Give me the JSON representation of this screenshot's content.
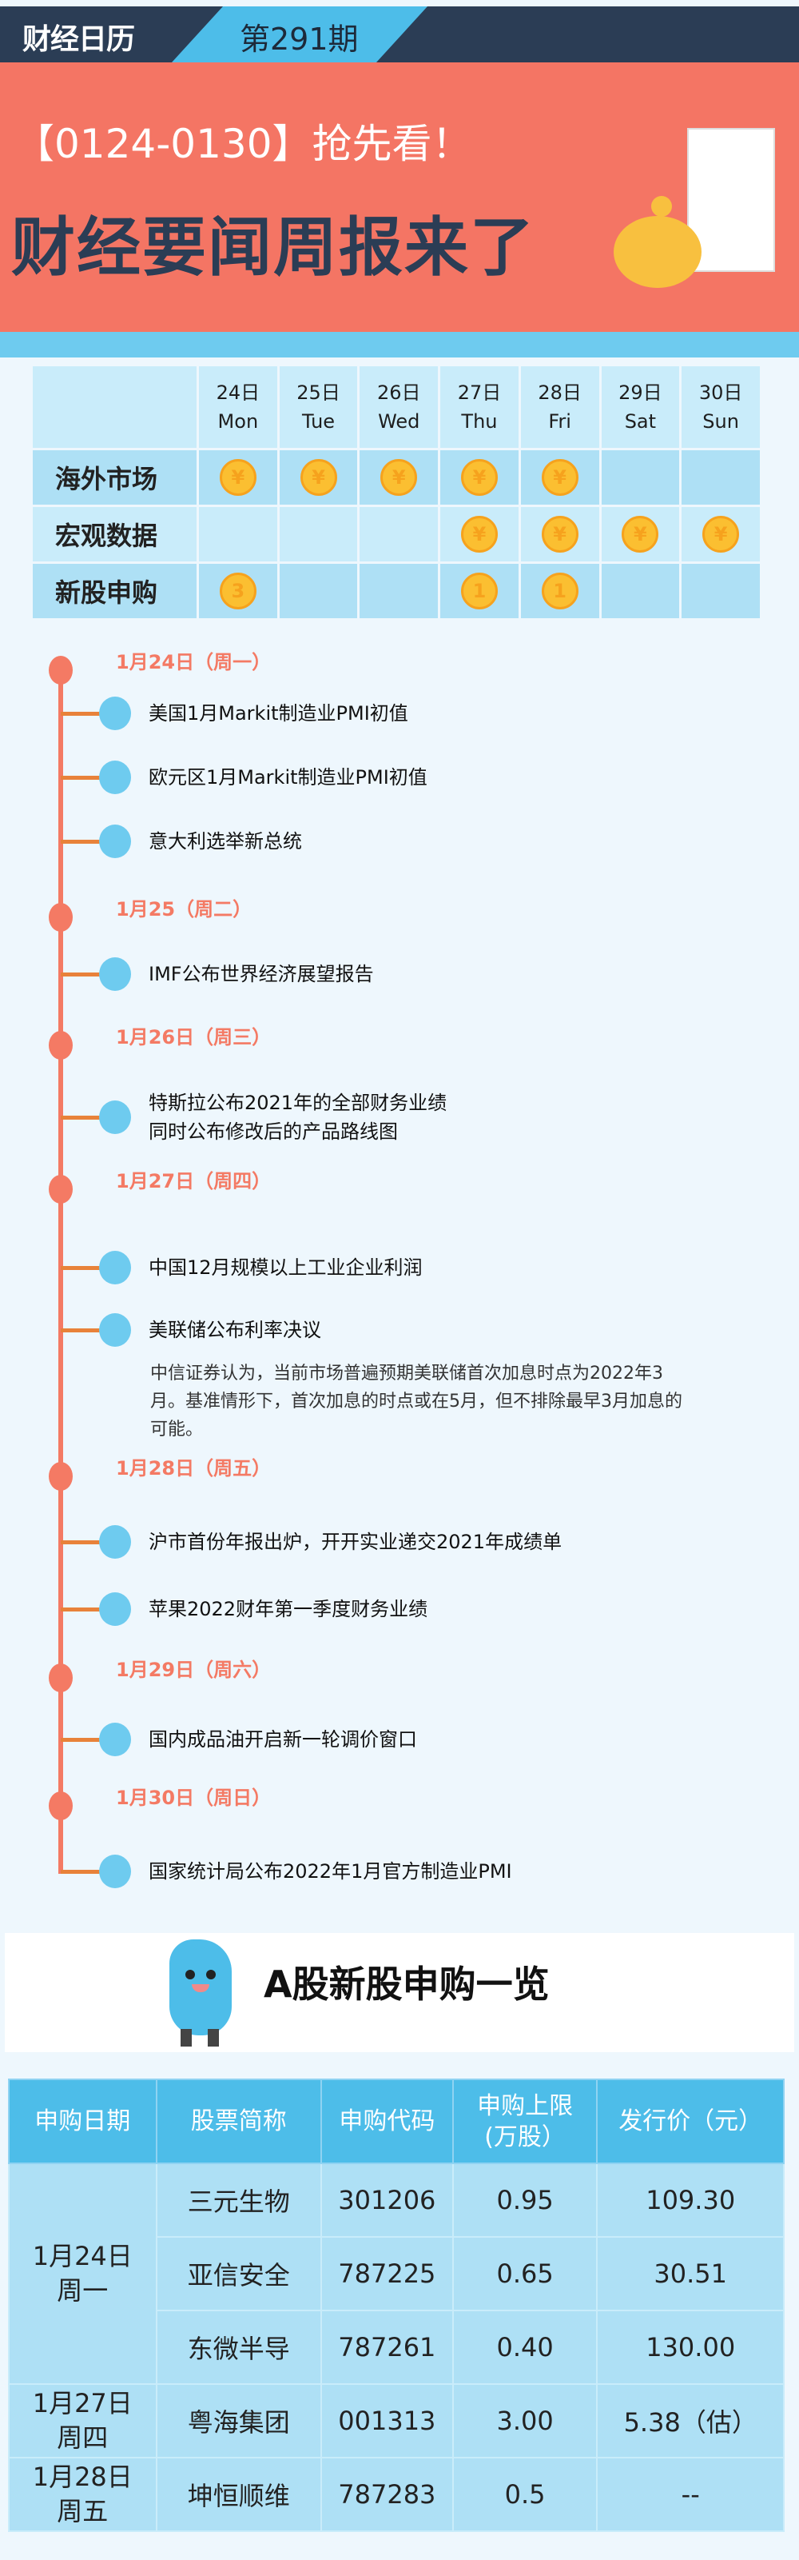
{
  "header": {
    "brand": "财经日历",
    "issue": "第291期",
    "date_range": "【0124-0130】抢先看！",
    "headline": "财经要闻周报来了"
  },
  "calendar": {
    "days": [
      {
        "date": "24日",
        "dow": "Mon"
      },
      {
        "date": "25日",
        "dow": "Tue"
      },
      {
        "date": "26日",
        "dow": "Wed"
      },
      {
        "date": "27日",
        "dow": "Thu"
      },
      {
        "date": "28日",
        "dow": "Fri"
      },
      {
        "date": "29日",
        "dow": "Sat"
      },
      {
        "date": "30日",
        "dow": "Sun"
      }
    ],
    "rows": [
      {
        "label": "海外市场",
        "cells": [
          "¥",
          "¥",
          "¥",
          "¥",
          "¥",
          "",
          ""
        ]
      },
      {
        "label": "宏观数据",
        "cells": [
          "",
          "",
          "",
          "¥",
          "¥",
          "¥",
          "¥"
        ]
      },
      {
        "label": "新股申购",
        "cells": [
          "3",
          "",
          "",
          "1",
          "1",
          "",
          ""
        ]
      }
    ]
  },
  "timeline": [
    {
      "date": "1月24日（周一）",
      "items": [
        "美国1月Markit制造业PMI初值",
        "欧元区1月Markit制造业PMI初值",
        "意大利选举新总统"
      ]
    },
    {
      "date": "1月25（周二）",
      "items": [
        "IMF公布世界经济展望报告"
      ]
    },
    {
      "date": "1月26日（周三）",
      "items": [
        "特斯拉公布2021年的全部财务业绩\n同时公布修改后的产品路线图"
      ]
    },
    {
      "date": "1月27日（周四）",
      "items": [
        "中国12月规模以上工业企业利润",
        "美联储公布利率决议"
      ],
      "note": "中信证券认为，当前市场普遍预期美联储首次加息时点为2022年3月。基准情形下，首次加息的时点或在5月，但不排除最早3月加息的可能。"
    },
    {
      "date": "1月28日（周五）",
      "items": [
        "沪市首份年报出炉，开开实业递交2021年成绩单",
        "苹果2022财年第一季度财务业绩"
      ]
    },
    {
      "date": "1月29日（周六）",
      "items": [
        "国内成品油开启新一轮调价窗口"
      ]
    },
    {
      "date": "1月30日（周日）",
      "items": [
        "国家统计局公布2022年1月官方制造业PMI"
      ]
    }
  ],
  "ipo": {
    "title": "A股新股申购一览",
    "headers": [
      "申购日期",
      "股票简称",
      "申购代码",
      "申购上限\n(万股）",
      "发行价（元）"
    ],
    "groups": [
      {
        "date": "1月24日\n周一",
        "rows": [
          [
            "三元生物",
            "301206",
            "0.95",
            "109.30"
          ],
          [
            "亚信安全",
            "787225",
            "0.65",
            "30.51"
          ],
          [
            "东微半导",
            "787261",
            "0.40",
            "130.00"
          ]
        ]
      },
      {
        "date": "1月27日\n周四",
        "rows": [
          [
            "粤海集团",
            "001313",
            "3.00",
            "5.38（估）"
          ]
        ]
      },
      {
        "date": "1月28日\n周五",
        "rows": [
          [
            "坤恒顺维",
            "787283",
            "0.5",
            "--"
          ]
        ]
      }
    ]
  },
  "colors": {
    "navy": "#2b3d55",
    "coral": "#f47564",
    "blue": "#4dbde9",
    "coin": "#fbbf31"
  }
}
